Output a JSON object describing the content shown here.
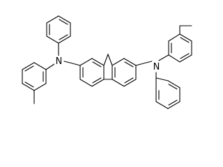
{
  "diagram": {
    "type": "chemical-structure",
    "atom_labels": {
      "left_nitrogen": "N",
      "right_nitrogen": "N"
    },
    "colors": {
      "background": "#ffffff",
      "bonds": "#000000",
      "labels": "#000000"
    }
  }
}
